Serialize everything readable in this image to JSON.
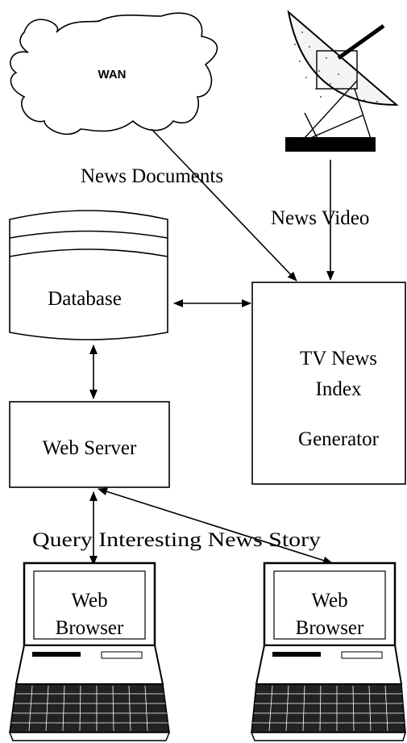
{
  "diagram": {
    "wan": "WAN",
    "news_documents": "News Documents",
    "news_video": "News Video",
    "database": "Database",
    "index_generator": {
      "line1": "TV News",
      "line2": "Index",
      "line3": "Generator"
    },
    "web_server": "Web Server",
    "query_label": "Query Interesting News Story",
    "browser_left": {
      "line1": "Web",
      "line2": "Browser"
    },
    "browser_right": {
      "line1": "Web",
      "line2": "Browser"
    }
  }
}
